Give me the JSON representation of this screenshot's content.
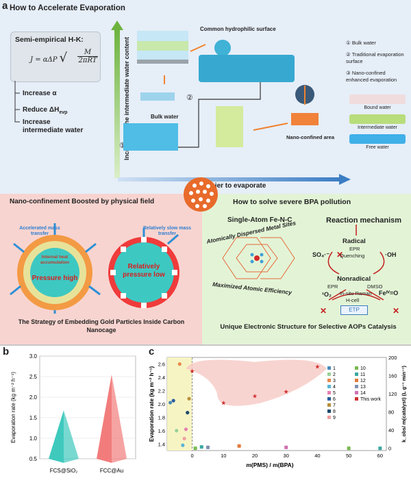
{
  "panel_a": {
    "letter": "a",
    "title": "How to Accelerate Evaporation",
    "hk_title": "Semi-empirical H-K:",
    "hk_lhs": "J = αΔP",
    "hk_num": "M",
    "hk_den": "2πRT",
    "steps": [
      "Increase α",
      "Reduce ΔH",
      "Increase",
      "intermediate water"
    ],
    "step2_sub": "evp",
    "y_axis": "Increase in the intermediate water content",
    "x_axis": "Easier to evaporate",
    "label_common": "Common hydrophilic surface",
    "label_bulk": "Bulk water",
    "label_nano_area": "Nano-confined area",
    "legend": [
      {
        "num": "①",
        "text": "Bulk water"
      },
      {
        "num": "②",
        "text": "Traditional evaporation surface"
      },
      {
        "num": "③",
        "text": "Nano-confined enhanced evaporation"
      }
    ],
    "water_legend": [
      "Bound water",
      "Intermediate water",
      "Free water"
    ],
    "step_nums": [
      "①",
      "②",
      "③"
    ]
  },
  "panel_left": {
    "title": "Nano-confinement Boosted by physical field",
    "accelerated": "Accelerated mass transfer",
    "slow": "Relatively slow mass transfer",
    "heat": "Internal heat accumulation",
    "pressure_high": "Pressure high",
    "pressure_low": "Relatively pressure low",
    "caption1": "The Strategy of Embedding Gold Particles Inside Carbon",
    "caption2": "Nanocage"
  },
  "panel_right": {
    "title": "How to solve severe BPA pollution",
    "sa_title": "Single-Atom Fe-N-C",
    "arc_top": "Atomically Dispersed Metal Sites",
    "arc_bottom": "Maximized Atomic Efficiency",
    "mech_title": "Reaction mechanism",
    "radical": "Radical",
    "epr1": "EPR",
    "quenching": "Quenching",
    "so4": "SO₄·⁻",
    "oh": "·OH",
    "nonradical": "Nonradical",
    "epr2": "EPR",
    "dmso": "DMSO",
    "o2": "¹O₂",
    "feo": "Feᴵⱽ=O",
    "raman": "In-situ Raman",
    "hcell": "H-cell",
    "etp": "ETP",
    "caption": "Unique Electronic Structure for Selective AOPs Catalysis"
  },
  "panel_b": {
    "letter": "b",
    "chart_data": {
      "type": "bar",
      "categories": [
        "FCS@SiO₂",
        "FCC@Au"
      ],
      "values": [
        1.68,
        2.55
      ],
      "ylabel": "Evaporation rate (kg m⁻² h⁻¹)",
      "ylim": [
        0.5,
        3.0
      ],
      "yticks": [
        "0.5",
        "1.0",
        "1.5",
        "2.0",
        "2.5",
        "3.0"
      ],
      "colors": [
        "#3fc9bd",
        "#f27c7c"
      ]
    }
  },
  "panel_c": {
    "letter": "c",
    "chart_data": {
      "type": "scatter",
      "xlabel": "m(PMS) / m(BPA)",
      "ylabel_left": "Evaporation rate (kg m⁻² h⁻¹)",
      "ylabel_right": "k_obs/ m(catalyst) (L g⁻¹ min⁻¹)",
      "x_ticks": [
        "0",
        "10",
        "20",
        "30",
        "40",
        "50",
        "60"
      ],
      "yleft_ticks": [
        "1.4",
        "1.6",
        "1.8",
        "2.0",
        "2.2",
        "2.4",
        "2.6"
      ],
      "yright_ticks": [
        "0",
        "40",
        "80",
        "120",
        "160",
        "200"
      ],
      "legend": [
        "1",
        "2",
        "3",
        "4",
        "5",
        "6",
        "7",
        "8",
        "9",
        "10",
        "11",
        "12",
        "13",
        "14",
        "This work"
      ],
      "evap_points": [
        {
          "id": "1",
          "y": 2.02
        },
        {
          "id": "2",
          "y": 1.6
        },
        {
          "id": "3",
          "y": 2.6
        },
        {
          "id": "4",
          "y": 1.38
        },
        {
          "id": "5",
          "y": 1.62
        },
        {
          "id": "6",
          "y": 2.05
        },
        {
          "id": "7",
          "y": 2.08
        },
        {
          "id": "8",
          "y": 1.87
        },
        {
          "id": "9",
          "y": 1.48
        }
      ],
      "this_work": [
        {
          "x": 0,
          "y": 170
        },
        {
          "x": 10,
          "y": 100
        },
        {
          "x": 20,
          "y": 115
        },
        {
          "x": 30,
          "y": 125
        },
        {
          "x": 40,
          "y": 180
        }
      ],
      "kobs_points": [
        {
          "id": "10",
          "x": 1,
          "y": 0
        },
        {
          "id": "11",
          "x": 3,
          "y": 3
        },
        {
          "id": "12",
          "x": 15,
          "y": 5
        },
        {
          "id": "13",
          "x": 5,
          "y": 2
        },
        {
          "id": "14",
          "x": 30,
          "y": 2
        },
        {
          "id": "10",
          "x": 50,
          "y": 0
        },
        {
          "id": "11",
          "x": 60,
          "y": 0
        }
      ],
      "colors": {
        "1": "#4a8ab8",
        "2": "#9ad19a",
        "3": "#e8884c",
        "4": "#5ab5d6",
        "5": "#e57fb0",
        "6": "#2a5fa0",
        "7": "#b8903a",
        "8": "#1e4a6e",
        "9": "#f0a0a0",
        "10": "#7ab850",
        "11": "#3aa8a0",
        "12": "#e07a3a",
        "13": "#8090b0",
        "14": "#d070b0",
        "this_work": "#d03030"
      }
    }
  }
}
